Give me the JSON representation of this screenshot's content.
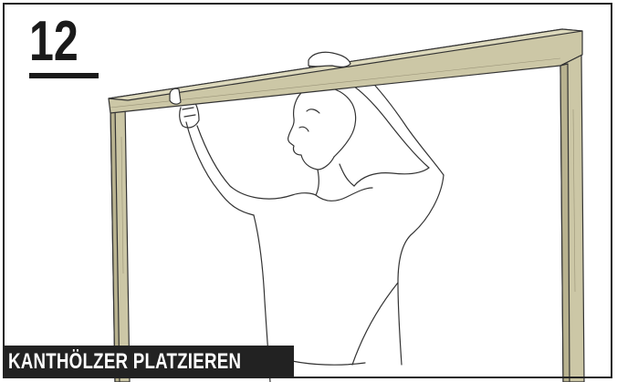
{
  "step": {
    "number": "12"
  },
  "caption": {
    "text": "KANTHÖLZER PLATZIEREN"
  },
  "colors": {
    "wood_fill": "#ccc7a6",
    "wood_dark": "#b8b28f",
    "line": "#333333",
    "caption_bg": "#222222",
    "caption_text": "#ffffff"
  },
  "illustration": {
    "subject": "person-lifting-wooden-frame"
  }
}
